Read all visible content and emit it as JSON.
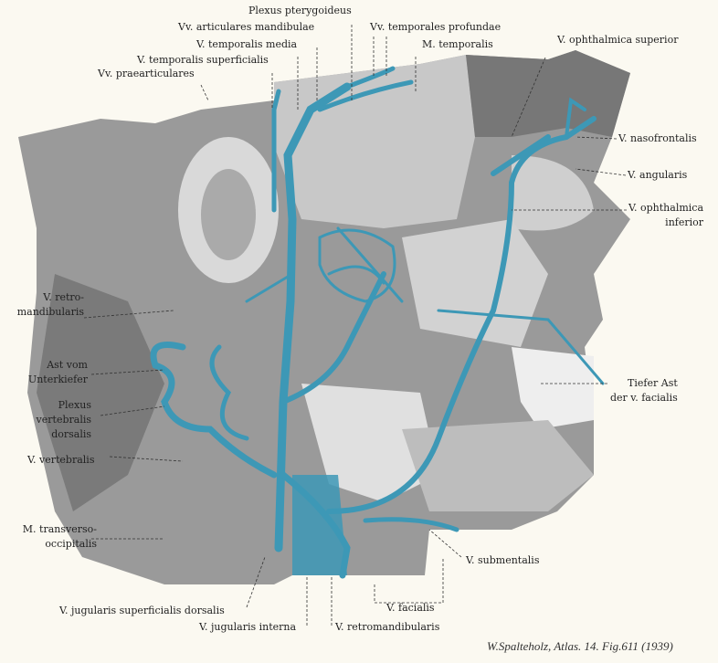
{
  "colors": {
    "vein": "#3d98b6",
    "tissue": "#8c8c8c",
    "background": "#fbf9f1"
  },
  "labels": {
    "plexus_pterygoideus": "Plexus pterygoideus",
    "vv_articulares_mandibulae": "Vv. articulares mandibulae",
    "vv_temporales_profundae": "Vv. temporales profundae",
    "v_temporalis_media": "V. temporalis media",
    "m_temporalis": "M. temporalis",
    "v_ophthalmica_superior": "V. ophthalmica superior",
    "v_temporalis_superficialis": "V. temporalis superficialis",
    "vv_praearticulares": "Vv. praearticulares",
    "v_nasofrontalis": "V. nasofrontalis",
    "v_angularis": "V. angularis",
    "v_ophthalmica_inferior_1": "V. ophthalmica",
    "v_ophthalmica_inferior_2": "inferior",
    "v_retromandibularis_1": "V. retro-",
    "v_retromandibularis_2": "mandibularis",
    "ast_vom_unterkiefer_1": "Ast vom",
    "ast_vom_unterkiefer_2": "Unterkiefer",
    "plexus_vertebralis_1": "Plexus",
    "plexus_vertebralis_2": "vertebralis",
    "plexus_vertebralis_3": "dorsalis",
    "v_vertebralis": "V. vertebralis",
    "m_transverso_1": "M. transverso-",
    "m_transverso_2": "occipitalis",
    "tiefer_ast_1": "Tiefer Ast",
    "tiefer_ast_2": "der v. facialis",
    "v_submentalis": "V. submentalis",
    "v_jugularis_superficialis_dorsalis": "V. jugularis superficialis dorsalis",
    "v_facialis": "V. facialis",
    "v_jugularis_interna": "V. jugularis interna",
    "v_retromandibularis_bottom": "V. retromandibularis"
  },
  "caption": "W.Spalteholz, Atlas. 14. Fig.611 (1939)"
}
